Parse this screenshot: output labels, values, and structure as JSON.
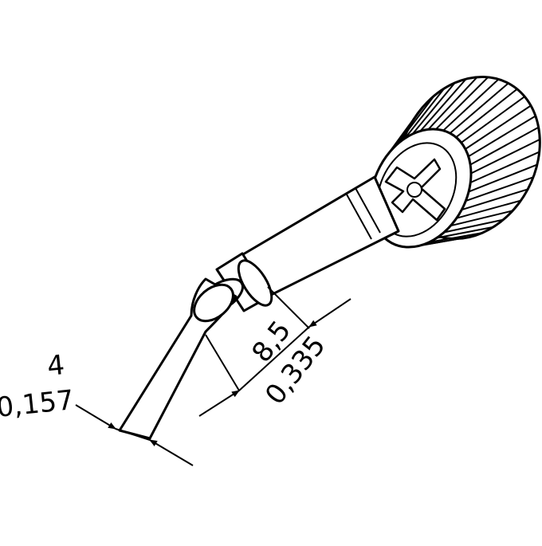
{
  "drawing": {
    "line_color": "#000000",
    "background": "#ffffff"
  },
  "dimensions": {
    "tip_width": {
      "metric": "4",
      "imperial": "0,157"
    },
    "shaft_diameter": {
      "metric": "8,5",
      "imperial": "0,335"
    }
  }
}
